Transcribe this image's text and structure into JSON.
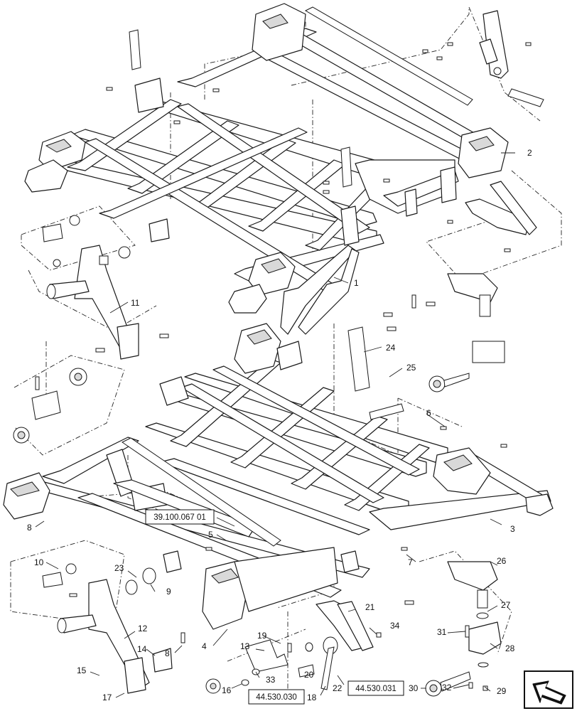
{
  "callouts": [
    {
      "id": "c1",
      "text": "1"
    },
    {
      "id": "c2",
      "text": "2"
    },
    {
      "id": "c3",
      "text": "3"
    },
    {
      "id": "c4",
      "text": "4"
    },
    {
      "id": "c5",
      "text": "5"
    },
    {
      "id": "c6",
      "text": "6"
    },
    {
      "id": "c7",
      "text": "7"
    },
    {
      "id": "c8a",
      "text": "8"
    },
    {
      "id": "c8b",
      "text": "8"
    },
    {
      "id": "c9",
      "text": "9"
    },
    {
      "id": "c10",
      "text": "10"
    },
    {
      "id": "c11",
      "text": "11"
    },
    {
      "id": "c12",
      "text": "12"
    },
    {
      "id": "c13",
      "text": "13"
    },
    {
      "id": "c14",
      "text": "14"
    },
    {
      "id": "c15",
      "text": "15"
    },
    {
      "id": "c16",
      "text": "16"
    },
    {
      "id": "c17",
      "text": "17"
    },
    {
      "id": "c18",
      "text": "18"
    },
    {
      "id": "c19",
      "text": "19"
    },
    {
      "id": "c20",
      "text": "20"
    },
    {
      "id": "c21",
      "text": "21"
    },
    {
      "id": "c22",
      "text": "22"
    },
    {
      "id": "c23",
      "text": "23"
    },
    {
      "id": "c24",
      "text": "24"
    },
    {
      "id": "c25",
      "text": "25"
    },
    {
      "id": "c26",
      "text": "26"
    },
    {
      "id": "c27",
      "text": "27"
    },
    {
      "id": "c28",
      "text": "28"
    },
    {
      "id": "c29",
      "text": "29"
    },
    {
      "id": "c30",
      "text": "30"
    },
    {
      "id": "c31",
      "text": "31"
    },
    {
      "id": "c32",
      "text": "32"
    },
    {
      "id": "c33",
      "text": "33"
    },
    {
      "id": "c34",
      "text": "34"
    }
  ],
  "references": [
    {
      "id": "r1",
      "text": "39.100.067 01"
    },
    {
      "id": "r2",
      "text": "44.530.030"
    },
    {
      "id": "r3",
      "text": "44.530.031"
    }
  ],
  "nav_icon": "next-page-arrow-icon"
}
